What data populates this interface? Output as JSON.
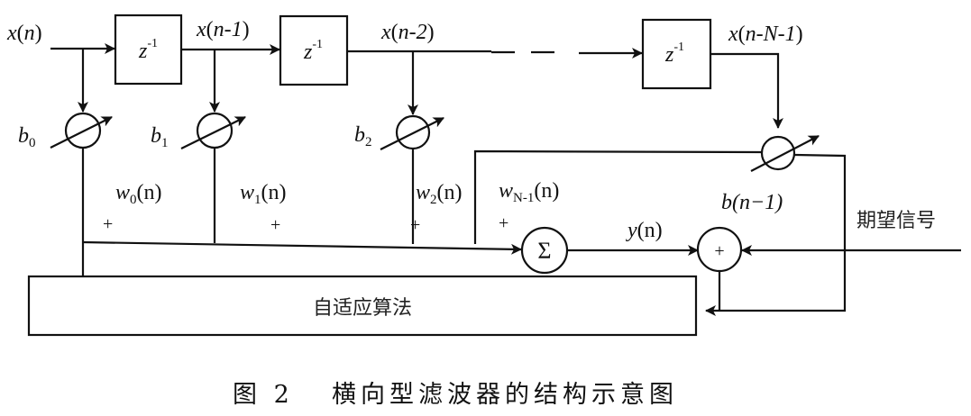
{
  "diagram": {
    "input_signal": {
      "base": "x",
      "arg": "n"
    },
    "delay_label": {
      "base": "z",
      "exp": "-1"
    },
    "taps": [
      {
        "signal": "x(n-1)",
        "signal_base": "x",
        "signal_arg": "n-1"
      },
      {
        "signal": "x(n-2)",
        "signal_base": "x",
        "signal_arg": "n-2"
      },
      {
        "signal": "x(n-N-1)",
        "signal_base": "x",
        "signal_arg": "n-N-1"
      }
    ],
    "coefficients": [
      {
        "base": "b",
        "sub": "0"
      },
      {
        "base": "b",
        "sub": "1"
      },
      {
        "base": "b",
        "sub": "2"
      }
    ],
    "weights": [
      {
        "base": "w",
        "sub": "0",
        "arg": "(n)"
      },
      {
        "base": "w",
        "sub": "1",
        "arg": "(n)"
      },
      {
        "base": "w",
        "sub": "2",
        "arg": "(n)"
      },
      {
        "base": "w",
        "sub": "N-1",
        "arg": "(n)"
      }
    ],
    "plus_sign": "+",
    "sum_symbol": "Σ",
    "output_label": {
      "base": "y",
      "arg": "(n)"
    },
    "feedback_label": "b(n−1)",
    "desired_signal_label": "期望信号",
    "adaptive_algorithm_label": "自适应算法"
  },
  "caption": {
    "figure_number": "图 2",
    "title": "横向型滤波器的结构示意图"
  }
}
